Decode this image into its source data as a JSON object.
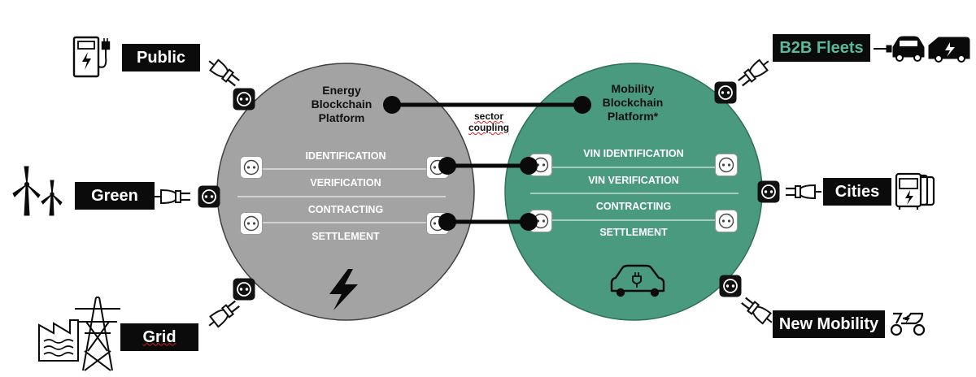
{
  "energy_platform": {
    "title": [
      "Energy",
      "Blockchain",
      "Platform"
    ],
    "rows": [
      "IDENTIFICATION",
      "VERIFICATION",
      "CONTRACTING",
      "SETTLEMENT"
    ],
    "fill": "#a3a3a3"
  },
  "mobility_platform": {
    "title": [
      "Mobility",
      "Blockchain",
      "Platform*"
    ],
    "rows": [
      "VIN IDENTIFICATION",
      "VIN VERIFICATION",
      "CONTRACTING",
      "SETTLEMENT"
    ],
    "fill": "#4a9a80"
  },
  "coupling": [
    "sector",
    "coupling"
  ],
  "sources": {
    "public": "Public",
    "green": "Green",
    "grid": "Grid"
  },
  "consumers": {
    "b2b": "B2B Fleets",
    "cities": "Cities",
    "new_mobility": "New Mobility"
  },
  "colors": {
    "accent_teal": "#5bb99b",
    "label_bg": "#0b0b0b"
  }
}
